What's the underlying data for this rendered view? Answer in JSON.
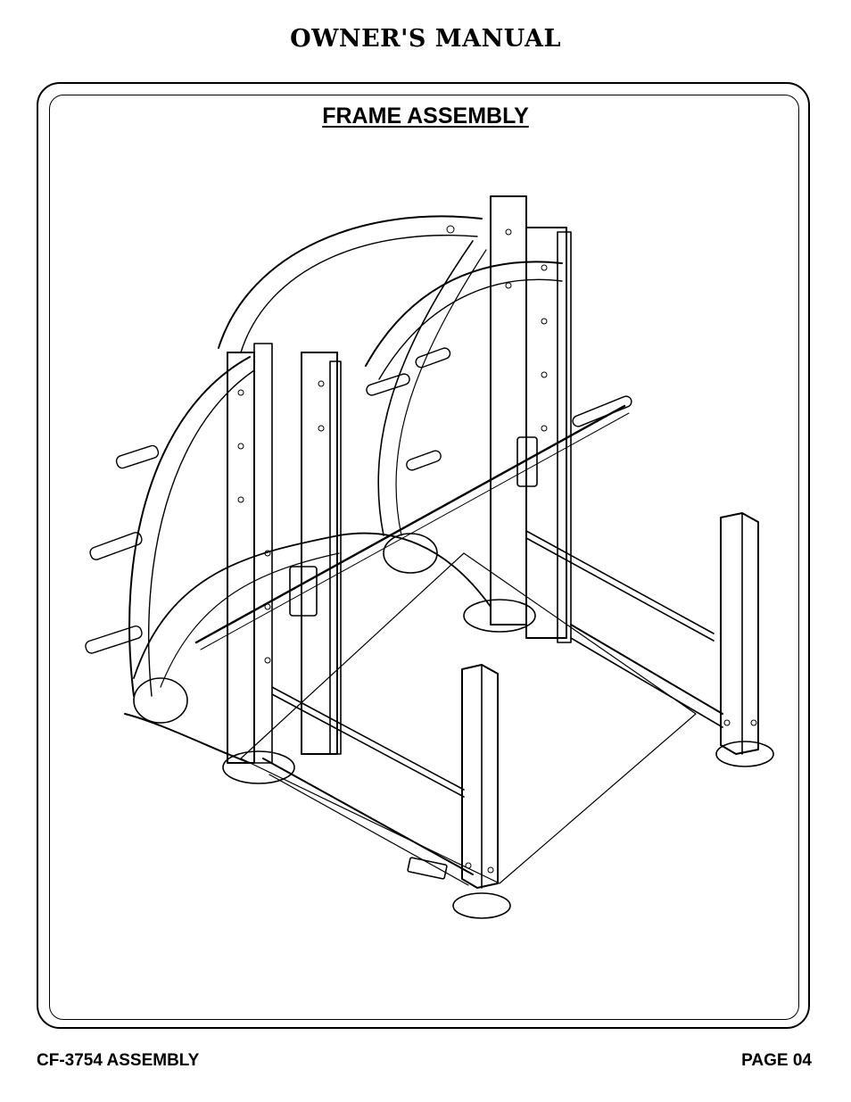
{
  "header": {
    "title": "OWNER'S MANUAL"
  },
  "section": {
    "title": "FRAME ASSEMBLY"
  },
  "illustration": {
    "subject": "frame-assembly-drawing"
  },
  "footer": {
    "left": "CF-3754 ASSEMBLY",
    "right": "PAGE 04"
  }
}
